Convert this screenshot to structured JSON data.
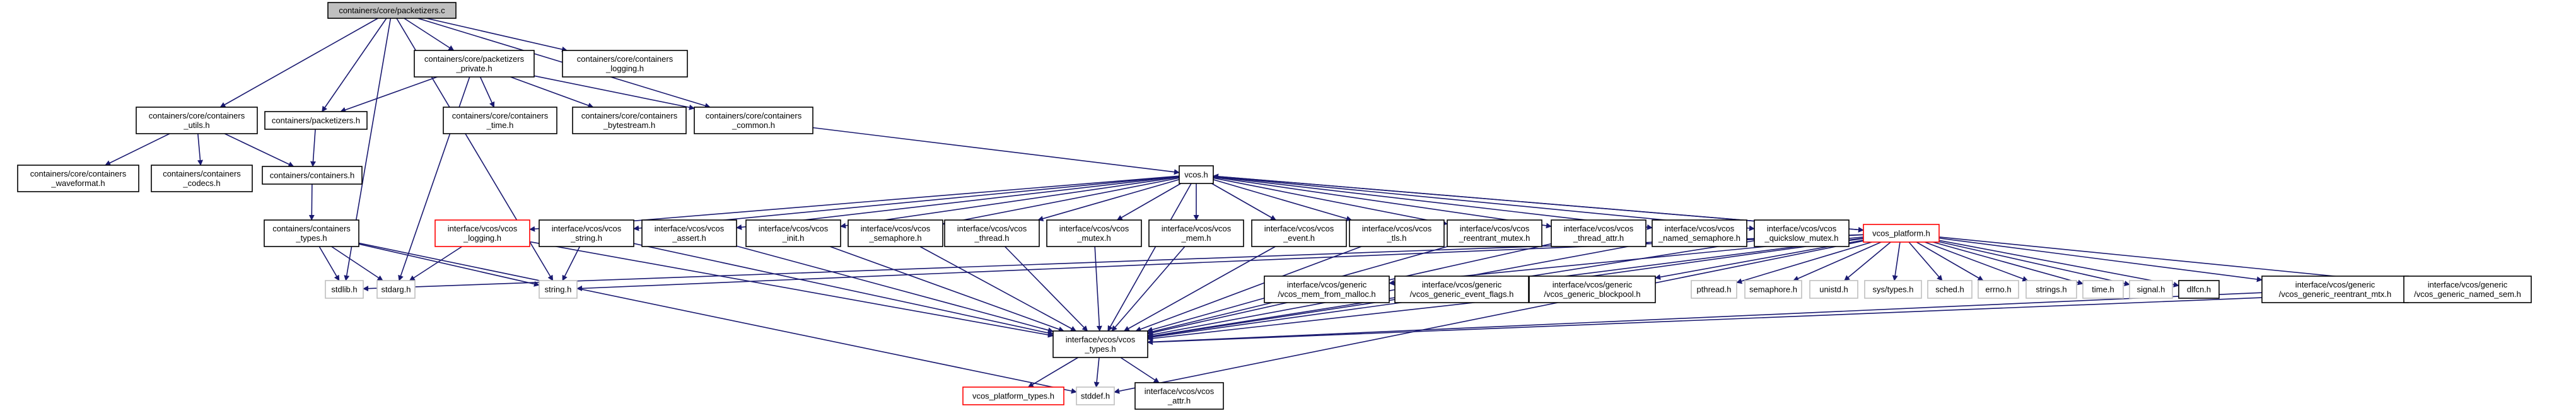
{
  "diagram": {
    "nodes": [
      {
        "id": "packetizers_c",
        "lines": [
          "containers/core/packetizers.c"
        ],
        "style": "root"
      },
      {
        "id": "core_logging",
        "lines": [
          "containers/core/containers",
          "_logging.h"
        ],
        "style": "normal"
      },
      {
        "id": "packetizers_private",
        "lines": [
          "containers/core/packetizers",
          "_private.h"
        ],
        "style": "normal"
      },
      {
        "id": "containers_utils",
        "lines": [
          "containers/core/containers",
          "_utils.h"
        ],
        "style": "normal"
      },
      {
        "id": "packetizers_h",
        "lines": [
          "containers/packetizers.h"
        ],
        "style": "normal"
      },
      {
        "id": "core_time",
        "lines": [
          "containers/core/containers",
          "_time.h"
        ],
        "style": "normal"
      },
      {
        "id": "core_bytestream",
        "lines": [
          "containers/core/containers",
          "_bytestream.h"
        ],
        "style": "normal"
      },
      {
        "id": "core_common",
        "lines": [
          "containers/core/containers",
          "_common.h"
        ],
        "style": "normal"
      },
      {
        "id": "core_waveformat",
        "lines": [
          "containers/core/containers",
          "_waveformat.h"
        ],
        "style": "normal"
      },
      {
        "id": "containers_codecs",
        "lines": [
          "containers/containers",
          "_codecs.h"
        ],
        "style": "normal"
      },
      {
        "id": "containers_h",
        "lines": [
          "containers/containers.h"
        ],
        "style": "normal"
      },
      {
        "id": "containers_types",
        "lines": [
          "containers/containers",
          "_types.h"
        ],
        "style": "normal"
      },
      {
        "id": "vcos_h",
        "lines": [
          "vcos.h"
        ],
        "style": "normal"
      },
      {
        "id": "vcos_logging",
        "lines": [
          "interface/vcos/vcos",
          "_logging.h"
        ],
        "style": "red"
      },
      {
        "id": "vcos_string",
        "lines": [
          "interface/vcos/vcos",
          "_string.h"
        ],
        "style": "normal"
      },
      {
        "id": "vcos_assert",
        "lines": [
          "interface/vcos/vcos",
          "_assert.h"
        ],
        "style": "normal"
      },
      {
        "id": "vcos_init",
        "lines": [
          "interface/vcos/vcos",
          "_init.h"
        ],
        "style": "normal"
      },
      {
        "id": "vcos_semaphore",
        "lines": [
          "interface/vcos/vcos",
          "_semaphore.h"
        ],
        "style": "normal"
      },
      {
        "id": "vcos_thread",
        "lines": [
          "interface/vcos/vcos",
          "_thread.h"
        ],
        "style": "normal"
      },
      {
        "id": "vcos_mutex",
        "lines": [
          "interface/vcos/vcos",
          "_mutex.h"
        ],
        "style": "normal"
      },
      {
        "id": "vcos_mem",
        "lines": [
          "interface/vcos/vcos",
          "_mem.h"
        ],
        "style": "normal"
      },
      {
        "id": "vcos_event",
        "lines": [
          "interface/vcos/vcos",
          "_event.h"
        ],
        "style": "normal"
      },
      {
        "id": "vcos_tls",
        "lines": [
          "interface/vcos/vcos",
          "_tls.h"
        ],
        "style": "normal"
      },
      {
        "id": "vcos_reentrant_mutex",
        "lines": [
          "interface/vcos/vcos",
          "_reentrant_mutex.h"
        ],
        "style": "normal"
      },
      {
        "id": "vcos_thread_attr",
        "lines": [
          "interface/vcos/vcos",
          "_thread_attr.h"
        ],
        "style": "normal"
      },
      {
        "id": "vcos_named_semaphore",
        "lines": [
          "interface/vcos/vcos",
          "_named_semaphore.h"
        ],
        "style": "normal"
      },
      {
        "id": "vcos_quickslow_mutex",
        "lines": [
          "interface/vcos/vcos",
          "_quickslow_mutex.h"
        ],
        "style": "normal"
      },
      {
        "id": "vcos_platform",
        "lines": [
          "vcos_platform.h"
        ],
        "style": "red"
      },
      {
        "id": "stdlib",
        "lines": [
          "stdlib.h"
        ],
        "style": "missing"
      },
      {
        "id": "stdarg",
        "lines": [
          "stdarg.h"
        ],
        "style": "missing"
      },
      {
        "id": "string_h",
        "lines": [
          "string.h"
        ],
        "style": "missing"
      },
      {
        "id": "gen_mem_malloc",
        "lines": [
          "interface/vcos/generic",
          "/vcos_mem_from_malloc.h"
        ],
        "style": "normal"
      },
      {
        "id": "gen_event_flags",
        "lines": [
          "interface/vcos/generic",
          "/vcos_generic_event_flags.h"
        ],
        "style": "normal"
      },
      {
        "id": "gen_blockpool",
        "lines": [
          "interface/vcos/generic",
          "/vcos_generic_blockpool.h"
        ],
        "style": "normal"
      },
      {
        "id": "pthread",
        "lines": [
          "pthread.h"
        ],
        "style": "missing"
      },
      {
        "id": "semaphore",
        "lines": [
          "semaphore.h"
        ],
        "style": "missing"
      },
      {
        "id": "unistd",
        "lines": [
          "unistd.h"
        ],
        "style": "missing"
      },
      {
        "id": "sys_types",
        "lines": [
          "sys/types.h"
        ],
        "style": "missing"
      },
      {
        "id": "sched",
        "lines": [
          "sched.h"
        ],
        "style": "missing"
      },
      {
        "id": "errno",
        "lines": [
          "errno.h"
        ],
        "style": "missing"
      },
      {
        "id": "strings",
        "lines": [
          "strings.h"
        ],
        "style": "missing"
      },
      {
        "id": "time_h",
        "lines": [
          "time.h"
        ],
        "style": "missing"
      },
      {
        "id": "signal",
        "lines": [
          "signal.h"
        ],
        "style": "missing"
      },
      {
        "id": "dlfcn",
        "lines": [
          "dlfcn.h"
        ],
        "style": "normal"
      },
      {
        "id": "gen_reentrant_mtx",
        "lines": [
          "interface/vcos/generic",
          "/vcos_generic_reentrant_mtx.h"
        ],
        "style": "normal"
      },
      {
        "id": "gen_named_sem",
        "lines": [
          "interface/vcos/generic",
          "/vcos_generic_named_sem.h"
        ],
        "style": "normal"
      },
      {
        "id": "vcos_types",
        "lines": [
          "interface/vcos/vcos",
          "_types.h"
        ],
        "style": "normal"
      },
      {
        "id": "vcos_platform_types",
        "lines": [
          "vcos_platform_types.h"
        ],
        "style": "red"
      },
      {
        "id": "stddef",
        "lines": [
          "stddef.h"
        ],
        "style": "missing"
      },
      {
        "id": "vcos_attr",
        "lines": [
          "interface/vcos/vcos",
          "_attr.h"
        ],
        "style": "normal"
      }
    ]
  }
}
